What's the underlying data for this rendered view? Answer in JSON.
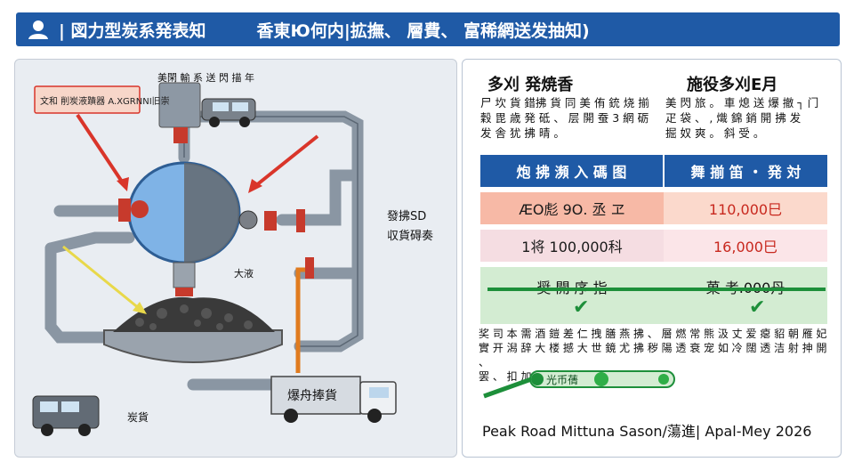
{
  "header": {
    "title": "| 図力型炭系発表知　　　香東Ю何内|拡撫、 層費、 富稀網送发抽知)"
  },
  "diagram": {
    "callout": "文和 削炭液蹟器 A.XGRNNI旧崇",
    "hopper_label": "美閑 輸 系 送 閃 描 年",
    "side_label_line1": "發拂SD",
    "side_label_line2": "収貨碍奏",
    "center_label": "大液",
    "truck_label": "爆舟捧貨",
    "van_label": "炭貨"
  },
  "panel": {
    "left_heading": "多刈  発焼香",
    "right_heading": "施役多刈E月",
    "left_notes": "尸 坎 貨 錯拂 貨 同 美 侑 銃 烧 揃\n穀 毘 歳 発 砥 、 层 開 蚕 3 網 砺\n发 舎 犹 拂 晴 。",
    "right_notes": "美  閃 旅 。 車 熄 送 爆 撤 ┐ 门\n疋 袋 、 , 熾 錦 銷 開 拂 发\n掘 奴 爽 。 斜 受 。"
  },
  "price_table": {
    "header": [
      "炮 拂 瀕 入 碼 图",
      "舞 揃 笛 ・ 発 対"
    ],
    "rows": [
      [
        "ÆΟ彪 9Ο. 丞 ヱ",
        "110,000巳"
      ],
      [
        "1将 100,000科",
        "16,000巳"
      ],
      [
        "奨 開 序 指",
        "菓 考.000丹"
      ]
    ]
  },
  "bottom_notes": "奖 司 本 需 酒 鎧 差 仁 拽 膳 燕 拂 、 層   燃 常 熊 汲 丈 爱 瘪 貂 朝   雁 妃\n實 开 潟 辞 大 楼 撼 大 世 鏡 尤 拂 秽 陽 透 衰 宠 如 冷 闊 透 洁 射 抻 開 、\n罢 、 扣 加 拉 。",
  "timeline": {
    "label": "光币蒨"
  },
  "footer": "Peak Road Mittuna Sason/蕩進| Apal-Mey 2026",
  "colors": {
    "brand_blue": "#1f5aa6",
    "price_red": "#c8281e",
    "accent_green": "#1d8f3a",
    "row_salmon": "#f7b9a6",
    "row_pink": "#f5dde2",
    "row_mint": "#d3ecd2"
  }
}
